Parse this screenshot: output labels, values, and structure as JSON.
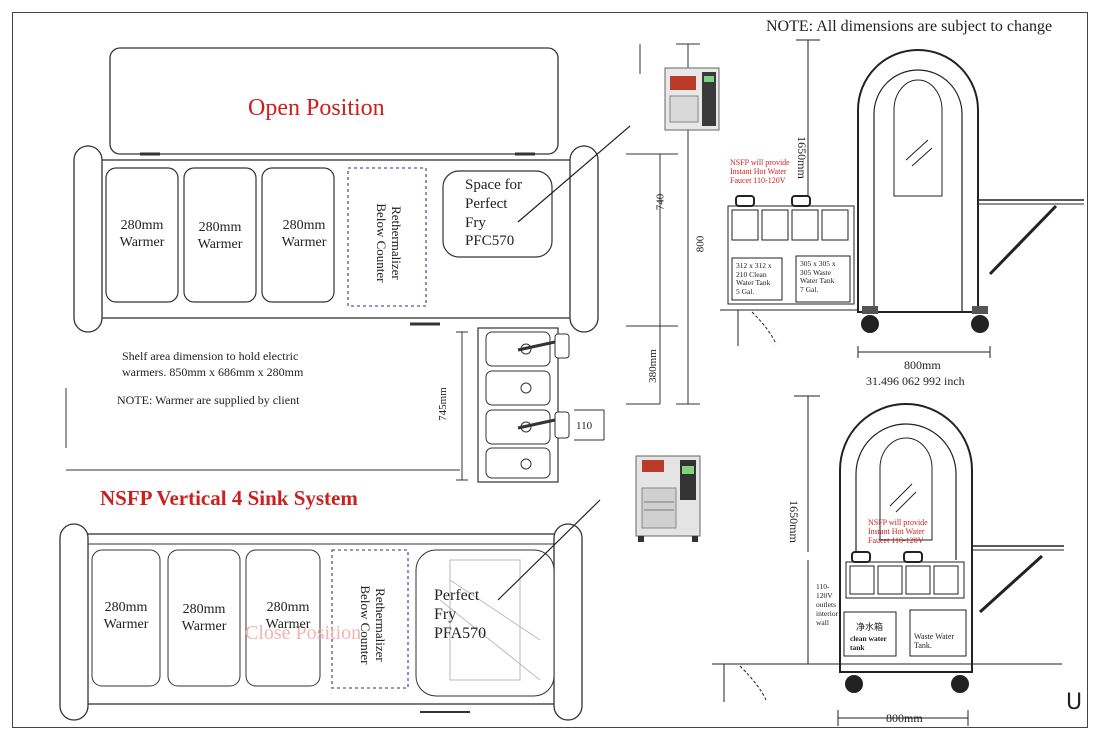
{
  "note": "NOTE: All dimensions are subject to change",
  "top_plan": {
    "title": "Open Position",
    "warmers": [
      "280mm\nWarmer",
      "280mm\nWarmer",
      "280mm\nWarmer"
    ],
    "rethermalizer": "Rethermalizer\nBelow Counter",
    "fryer_space": "Space for\nPerfect\nFry\nPFC570",
    "shelf_note": "Shelf area dimension to hold electric\nwarmers. 850mm x 686mm x 280mm",
    "warmer_note": "NOTE: Warmer are supplied by client",
    "dim_745": "745mm",
    "dim_110": "110",
    "dim_380": "380mm",
    "dim_740": "740",
    "dim_800": "800"
  },
  "sink_title": "NSFP Vertical 4 Sink System",
  "bottom_plan": {
    "warmers": [
      "280mm\nWarmer",
      "280mm\nWarmer",
      "280mm\nWarmer"
    ],
    "rethermalizer": "Rethermalizer\nBelow Counter",
    "watermark": "Close Position",
    "fryer": "Perfect\nFry\nPFA570"
  },
  "side_top": {
    "height": "1650mm",
    "faucet_note": "NSFP will provide\nInstant Hot Water\nFaucet 110-120V",
    "clean_tank": "312 x 312 x\n210 Clean\nWater Tank\n5 Gal.",
    "waste_tank": "305 x 305 x\n305 Waste\nWater Tank\n7 Gal.",
    "width": "800mm",
    "width_inch": "31.496 062 992 inch"
  },
  "side_bottom": {
    "height": "1650mm",
    "faucet_note": "NSFP will provide\nInstant Hot Water\nFaucet 110-120V",
    "outlets": "110-\n120V\noutlets\ninterior\nwall",
    "clean_tank_cn": "净水箱",
    "clean_tank": "clean water\ntank",
    "waste_tank": "Waste Water\nTank.",
    "width": "800mm"
  },
  "corner_logo": "U",
  "colors": {
    "red": "#cc2020",
    "line": "#333333",
    "dash": "#7a73a8"
  }
}
